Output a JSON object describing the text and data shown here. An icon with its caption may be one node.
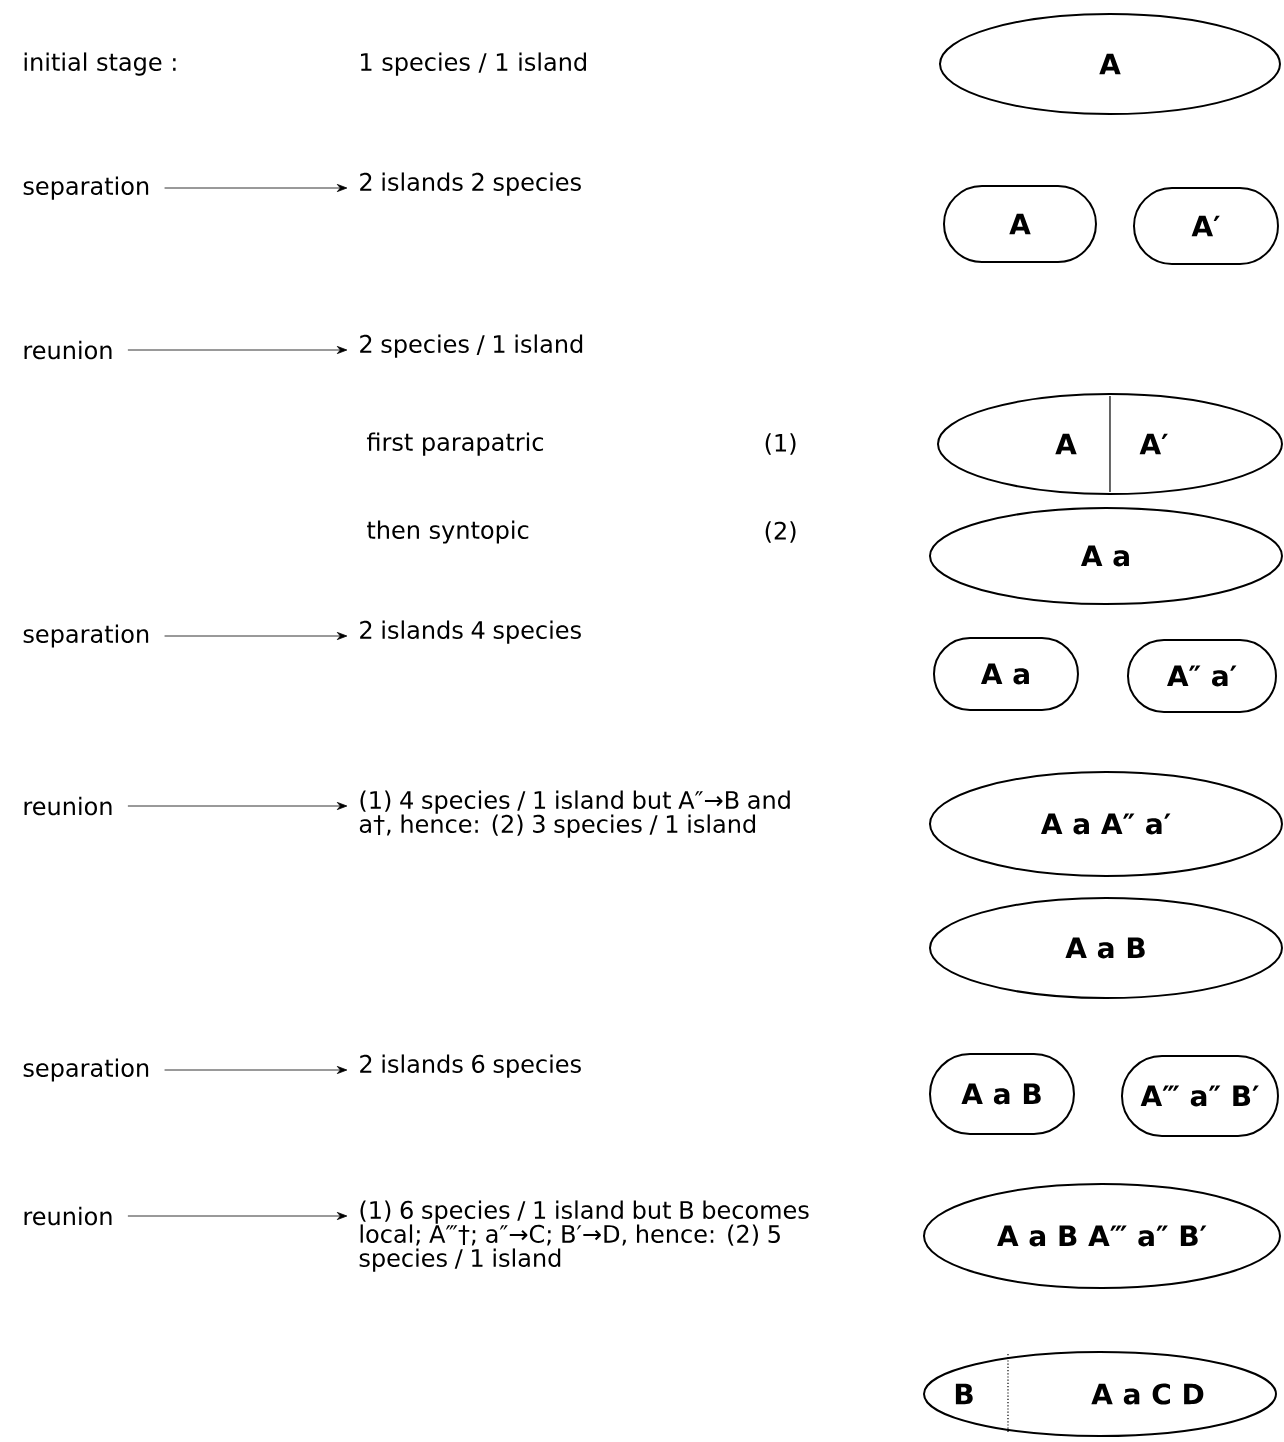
{
  "diagram": {
    "nodes": [
      {
        "text": [
          "separation"
        ]
      },
      {
        "text": [
          "2 islands 2 species"
        ]
      },
      {
        "text": [
          "reunion"
        ]
      },
      {
        "text": [
          "2 species / 1 island"
        ]
      },
      {
        "text": [
          "separation"
        ]
      },
      {
        "text": [
          "2 islands 4 species"
        ]
      },
      {
        "text": [
          "reunion"
        ]
      },
      {
        "text": [
          "(1) 4 species / 1 island but A″→B and a†, hence: (2) 3 species / 1 island"
        ]
      },
      {
        "text": [
          "separation"
        ]
      },
      {
        "text": [
          "2 islands 6 species"
        ]
      },
      {
        "text": [
          "reunion"
        ]
      },
      {
        "text": [
          "(1) 6 species / 1 island but B becomes local; A‴†; a″→C; B′→D, hence: (2) 5 species / 1 island"
        ]
      },
      {
        "text": [
          "A"
        ]
      },
      {
        "text": [
          "A"
        ]
      },
      {
        "text": [
          "A′"
        ]
      },
      {
        "text": [
          "A",
          "A′"
        ]
      },
      {
        "text": [
          "A a"
        ]
      },
      {
        "text": [
          "A a"
        ]
      },
      {
        "text": [
          "A″ a′"
        ]
      },
      {
        "text": [
          "A a A″ a′"
        ]
      },
      {
        "text": [
          "A a B"
        ]
      },
      {
        "text": [
          "A a B"
        ]
      },
      {
        "text": [
          "A‴ a″ B′"
        ]
      },
      {
        "text": [
          "A a B A‴ a″ B′"
        ]
      },
      {
        "text": [
          "B",
          "A a C D"
        ]
      }
    ],
    "edges": [
      {
        "from": 0,
        "to": 1,
        "arrow": "to"
      },
      {
        "from": 2,
        "to": 3,
        "arrow": "to"
      },
      {
        "from": 4,
        "to": 5,
        "arrow": "to"
      },
      {
        "from": 6,
        "to": 7,
        "arrow": "to"
      },
      {
        "from": 8,
        "to": 9,
        "arrow": "to"
      },
      {
        "from": 10,
        "to": 11,
        "arrow": "to"
      }
    ],
    "labels": [
      "initial stage :",
      "1 species / 1 island",
      "first parapatric",
      "(1)",
      "then syntopic",
      "(2)"
    ]
  }
}
